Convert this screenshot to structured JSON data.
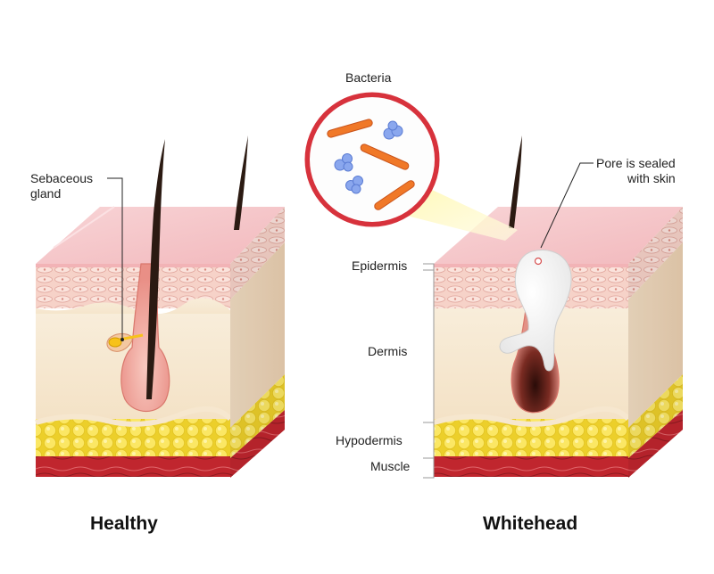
{
  "labels": {
    "sebaceous_line1": "Sebaceous",
    "sebaceous_line2": "gland",
    "bacteria": "Bacteria",
    "pore_line1": "Pore is sealed",
    "pore_line2": "with skin",
    "epidermis": "Epidermis",
    "dermis": "Dermis",
    "hypodermis": "Hypodermis",
    "muscle": "Muscle"
  },
  "captions": {
    "left": "Healthy",
    "right": "Whitehead"
  },
  "colors": {
    "top_surface": "#f4c0c4",
    "epidermis": "#f6d2c8",
    "dermis": "#f7ead6",
    "fat": "#f7e040",
    "muscle": "#c0262e",
    "follicle": "#f2a39a",
    "hair": "#2b1a12",
    "bacteria_rod": "#f07828",
    "bacteria_cocci": "#8aa7ee",
    "lens_ring": "#d7323c",
    "light_beam": "#fff7b0",
    "whitehead": "#ffffff"
  }
}
